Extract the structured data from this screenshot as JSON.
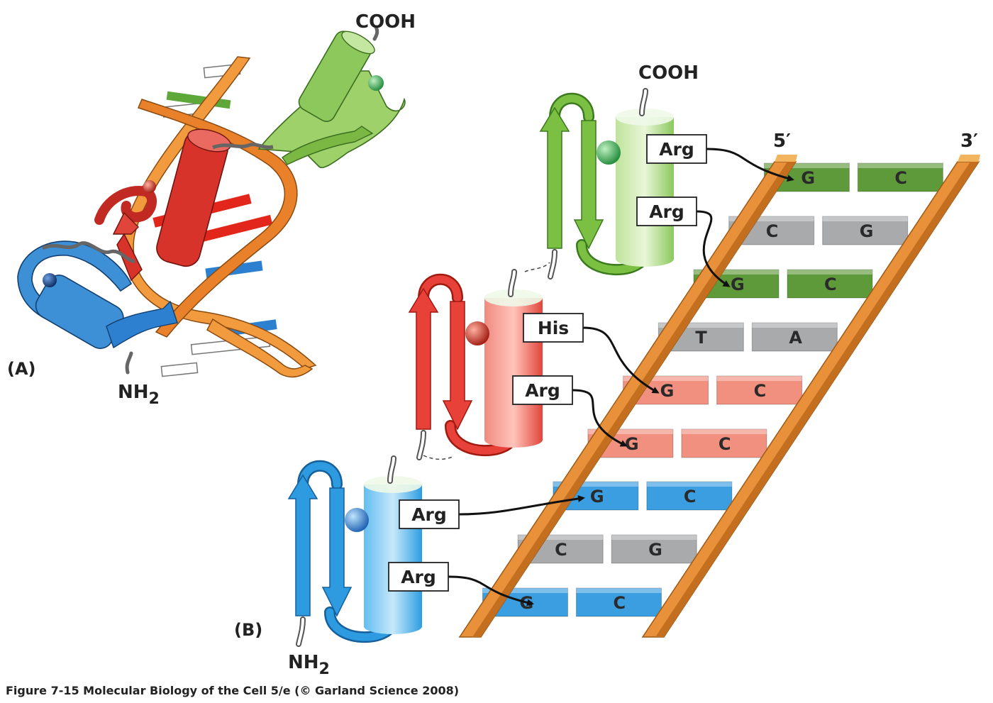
{
  "panel_a": {
    "label": "(A)",
    "cooh": "COOH",
    "nh2_main": "NH",
    "nh2_sub": "2"
  },
  "panel_b": {
    "label": "(B)",
    "cooh": "COOH",
    "nh2_main": "NH",
    "nh2_sub": "2",
    "strand_5": "5′",
    "strand_3": "3′",
    "fingers": [
      {
        "color": "#7cc043",
        "residues": [
          "Arg",
          "Arg"
        ]
      },
      {
        "color": "#e8413a",
        "residues": [
          "His",
          "Arg"
        ]
      },
      {
        "color": "#2e9be0",
        "residues": [
          "Arg",
          "Arg"
        ]
      }
    ],
    "base_pairs": [
      {
        "left": "G",
        "right": "C",
        "color": "#5f9a3a"
      },
      {
        "left": "C",
        "right": "G",
        "color": "#a8aaab"
      },
      {
        "left": "G",
        "right": "C",
        "color": "#5f9a3a"
      },
      {
        "left": "T",
        "right": "A",
        "color": "#a8aaab"
      },
      {
        "left": "G",
        "right": "C",
        "color": "#f2907f"
      },
      {
        "left": "G",
        "right": "C",
        "color": "#f2907f"
      },
      {
        "left": "G",
        "right": "C",
        "color": "#3a9ee0"
      },
      {
        "left": "C",
        "right": "G",
        "color": "#a8aaab"
      },
      {
        "left": "G",
        "right": "C",
        "color": "#3a9ee0"
      }
    ],
    "colors": {
      "backbone": "#e8913a",
      "backbone_dark": "#c46f1f"
    }
  },
  "caption": "Figure 7-15  Molecular Biology of the Cell 5/e (© Garland Science 2008)"
}
